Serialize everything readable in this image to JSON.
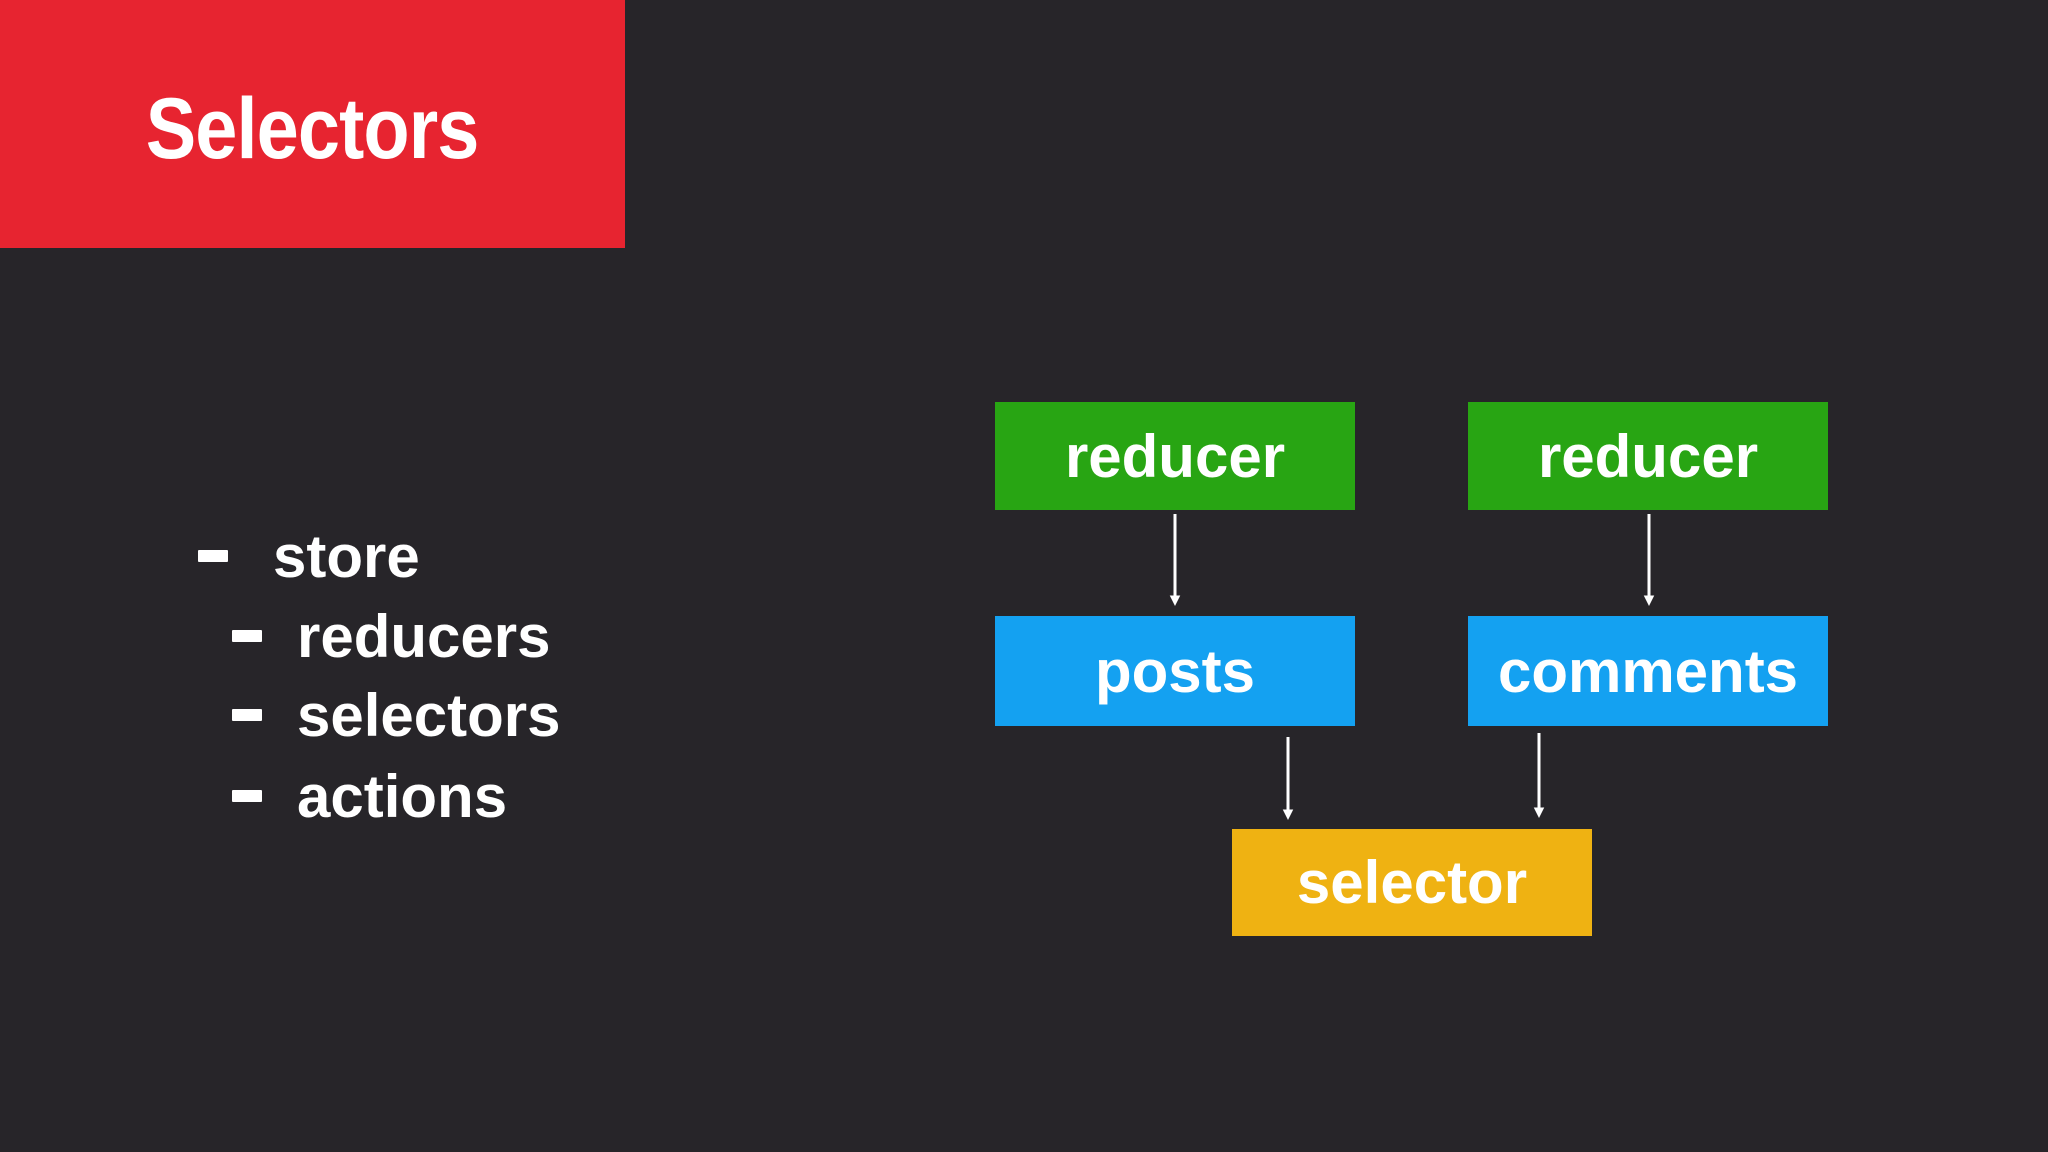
{
  "slide": {
    "title": "Selectors",
    "background_color": "#272529",
    "accent_color": "#e72430",
    "text_color": "#ffffff"
  },
  "outline": {
    "items": [
      {
        "label": "store",
        "level": 1
      },
      {
        "label": "reducers",
        "level": 2
      },
      {
        "label": "selectors",
        "level": 2
      },
      {
        "label": "actions",
        "level": 2
      }
    ]
  },
  "diagram": {
    "nodes": [
      {
        "id": "reducer-left",
        "label": "reducer",
        "color": "#28a513"
      },
      {
        "id": "reducer-right",
        "label": "reducer",
        "color": "#28a513"
      },
      {
        "id": "posts",
        "label": "posts",
        "color": "#14a1f1"
      },
      {
        "id": "comments",
        "label": "comments",
        "color": "#14a1f1"
      },
      {
        "id": "selector",
        "label": "selector",
        "color": "#efb212"
      }
    ],
    "edges": [
      {
        "from": "reducer-left",
        "to": "posts"
      },
      {
        "from": "reducer-right",
        "to": "comments"
      },
      {
        "from": "posts",
        "to": "selector"
      },
      {
        "from": "comments",
        "to": "selector"
      }
    ],
    "arrow_color": "#ffffff"
  }
}
